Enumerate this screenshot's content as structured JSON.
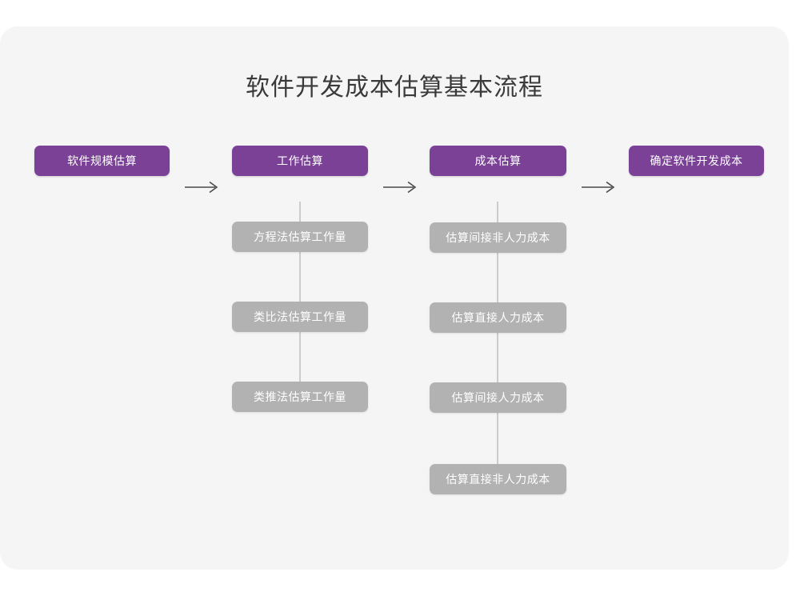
{
  "page": {
    "background_color": "#ffffff",
    "card_color": "#f5f5f5"
  },
  "diagram": {
    "title": "软件开发成本估算基本流程",
    "primary_color": "#7a4196",
    "secondary_color": "#b2b2b2",
    "connector_color": "#cccccc",
    "arrow_color": "#4a4a4a",
    "main_flow": [
      {
        "label": "软件规模估算"
      },
      {
        "label": "工作估算"
      },
      {
        "label": "成本估算"
      },
      {
        "label": "确定软件开发成本"
      }
    ],
    "arrows": [
      {
        "glyph": "arrow-right-icon"
      },
      {
        "glyph": "arrow-right-icon"
      },
      {
        "glyph": "arrow-right-icon"
      }
    ],
    "branch_work_estimation": [
      {
        "label": "方程法估算工作量"
      },
      {
        "label": "类比法估算工作量"
      },
      {
        "label": "类推法估算工作量"
      }
    ],
    "branch_cost_estimation": [
      {
        "label": "估算间接非人力成本"
      },
      {
        "label": "估算直接人力成本"
      },
      {
        "label": "估算间接人力成本"
      },
      {
        "label": "估算直接非人力成本"
      }
    ]
  }
}
